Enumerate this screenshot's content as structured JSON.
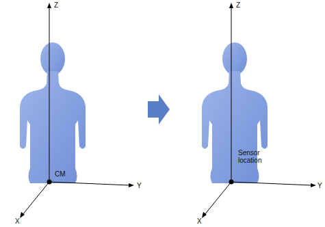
{
  "diagram": {
    "labels": [
      "Z",
      "Y",
      "X",
      "CM",
      "Z",
      "Y",
      "X",
      "Sensor location"
    ]
  }
}
